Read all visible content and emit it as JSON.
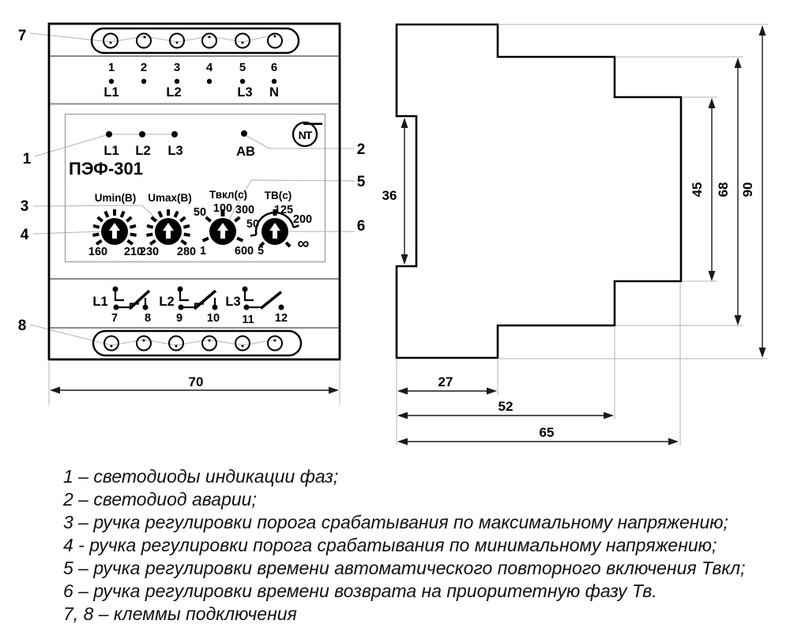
{
  "front_view": {
    "title": "ПЭФ-301",
    "logo": "NT",
    "callouts": {
      "c1": "1",
      "c2": "2",
      "c3": "3",
      "c4": "4",
      "c5": "5",
      "c6": "6",
      "c7": "7",
      "c8": "8"
    },
    "top_terminals": {
      "numbers": [
        "1",
        "2",
        "3",
        "4",
        "5",
        "6"
      ],
      "phases": [
        "L1",
        "L2",
        "L3",
        "N"
      ]
    },
    "leds": {
      "phases": [
        "L1",
        "L2",
        "L3"
      ],
      "alarm": "АВ"
    },
    "knobs": [
      {
        "label": "Umin(В)",
        "min": "160",
        "max": "210"
      },
      {
        "label": "Umax(В)",
        "min": "230",
        "max": "280"
      },
      {
        "label": "Твкл(с)",
        "ticks": [
          "50",
          "100",
          "300",
          "1",
          "600"
        ]
      },
      {
        "label": "ТВ(с)",
        "ticks": [
          "50",
          "125",
          "200",
          "5",
          "∞"
        ]
      }
    ],
    "contacts": {
      "labels": [
        "L1",
        "L2",
        "L3"
      ],
      "terminals": [
        "7",
        "8",
        "9",
        "10",
        "11",
        "12"
      ]
    },
    "width_mm": "70"
  },
  "side_view": {
    "recess_height": "36",
    "heights": [
      "45",
      "68",
      "90"
    ],
    "depths": [
      "27",
      "52",
      "65"
    ]
  },
  "legend": {
    "lines": [
      "1 – светодиоды индикации фаз;",
      "2 – светодиод аварии;",
      "3 – ручка регулировки порога срабатывания по максимальному напряжению;",
      "4 - ручка регулировки порога срабатывания по минимальному напряжению;",
      "5 – ручка регулировки времени автоматического повторного включения Твкл;",
      "6 – ручка регулировки времени возврата на приоритетную фазу Тв.",
      "7, 8 – клеммы подключения"
    ]
  }
}
